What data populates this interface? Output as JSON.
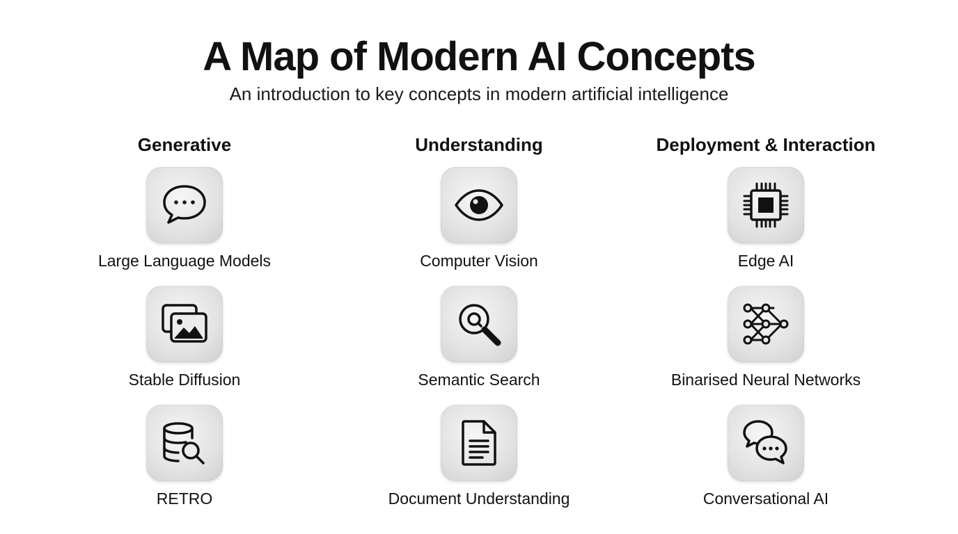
{
  "title": "A Map of Modern AI Concepts",
  "subtitle": "An introduction to key concepts in modern artificial intelligence",
  "columns": [
    {
      "header": "Generative",
      "items": [
        {
          "label": "Large Language Models",
          "icon": "chat-bubble-icon"
        },
        {
          "label": "Stable Diffusion",
          "icon": "image-stack-icon"
        },
        {
          "label": "RETRO",
          "icon": "database-search-icon"
        }
      ]
    },
    {
      "header": "Understanding",
      "items": [
        {
          "label": "Computer Vision",
          "icon": "eye-icon"
        },
        {
          "label": "Semantic Search",
          "icon": "magnifier-icon"
        },
        {
          "label": "Document Understanding",
          "icon": "document-icon"
        }
      ]
    },
    {
      "header": "Deployment & Interaction",
      "items": [
        {
          "label": "Edge AI",
          "icon": "chip-icon"
        },
        {
          "label": "Binarised Neural Networks",
          "icon": "neural-network-icon"
        },
        {
          "label": "Conversational AI",
          "icon": "conversation-bubbles-icon"
        }
      ]
    }
  ]
}
